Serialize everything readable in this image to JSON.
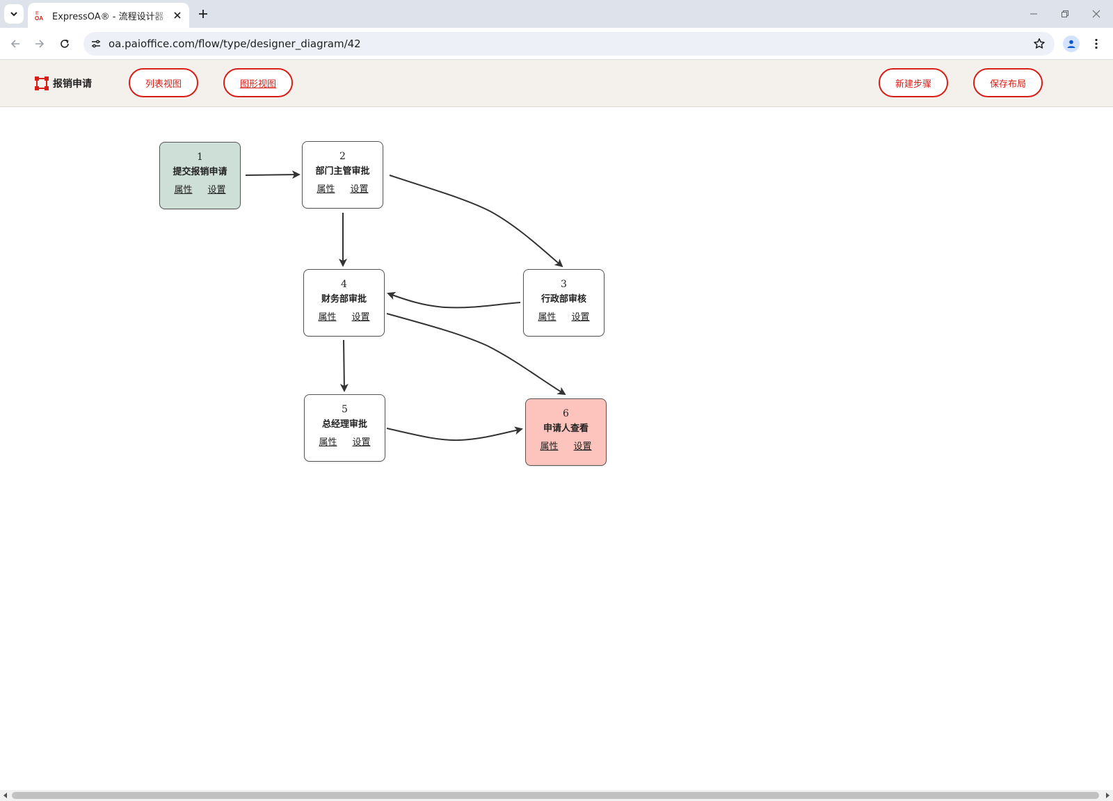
{
  "browser": {
    "tab_title": "ExpressOA® - 流程设计器 - 报销申请",
    "favicon_text_top": "E",
    "favicon_text_bottom": "OA",
    "url": "oa.paioffice.com/flow/type/designer_diagram/42"
  },
  "header": {
    "title": "报销申请",
    "buttons": {
      "list_view": "列表视图",
      "graph_view": "图形视图",
      "new_step": "新建步骤",
      "save_layout": "保存布局"
    }
  },
  "colors": {
    "accent": "#d91e18",
    "start_node": "#cedfd8",
    "end_node": "#fcc4bc",
    "header_bg": "#f4f0ec"
  },
  "nodes": [
    {
      "id": "1",
      "name": "提交报销申请",
      "type": "start",
      "links": [
        "属性",
        "设置"
      ]
    },
    {
      "id": "2",
      "name": "部门主管审批",
      "type": "normal",
      "links": [
        "属性",
        "设置"
      ]
    },
    {
      "id": "3",
      "name": "行政部审核",
      "type": "normal",
      "links": [
        "属性",
        "设置"
      ]
    },
    {
      "id": "4",
      "name": "财务部审批",
      "type": "normal",
      "links": [
        "属性",
        "设置"
      ]
    },
    {
      "id": "5",
      "name": "总经理审批",
      "type": "normal",
      "links": [
        "属性",
        "设置"
      ]
    },
    {
      "id": "6",
      "name": "申请人查看",
      "type": "end",
      "links": [
        "属性",
        "设置"
      ]
    }
  ],
  "edges": [
    {
      "from": "1",
      "to": "2"
    },
    {
      "from": "2",
      "to": "4"
    },
    {
      "from": "2",
      "to": "3"
    },
    {
      "from": "3",
      "to": "4"
    },
    {
      "from": "4",
      "to": "5"
    },
    {
      "from": "4",
      "to": "6"
    },
    {
      "from": "5",
      "to": "6"
    }
  ]
}
